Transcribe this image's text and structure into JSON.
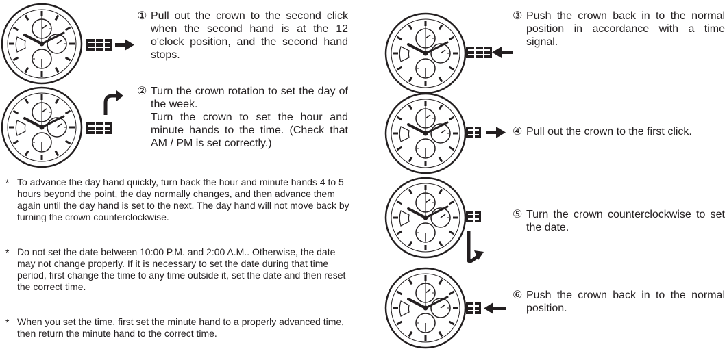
{
  "steps": {
    "s1": {
      "number": "①",
      "text": "Pull out the crown to the second click when the second hand is at the 12 o'clock position, and the second hand stops."
    },
    "s2": {
      "number": "②",
      "line1": "Turn the crown rotation to set the day of the week.",
      "line2": "Turn the crown to set the hour and minute hands to the time.  (Check that AM / PM is set correctly.)"
    },
    "s3": {
      "number": "③",
      "text": "Push the crown back in to the normal position in accordance with a time signal."
    },
    "s4": {
      "number": "④",
      "text": "Pull out the crown to the first click."
    },
    "s5": {
      "number": "⑤",
      "text": "Turn the crown counterclockwise to set the date."
    },
    "s6": {
      "number": "⑥",
      "text": "Push the crown back in to the normal position."
    }
  },
  "notes": [
    {
      "bullet": "*",
      "text": "To advance the day hand quickly, turn back the hour and minute hands 4 to 5 hours beyond the point, the day normally changes, and then advance them again until the day hand is set to the next.  The day hand will not move back by turning the crown counterclockwise."
    },
    {
      "bullet": "*",
      "text": "Do not set the date between 10:00 P.M. and 2:00 A.M.. Otherwise, the date may not change properly.  If it is necessary to set the date during that time period, first change the time to any time outside it, set the date and then reset the correct time."
    },
    {
      "bullet": "*",
      "text": "When you set the time, first set the minute hand to a properly advanced time, then return the minute hand to the correct time."
    }
  ],
  "illustrations": {
    "w1": {
      "crown": "pulled-second-click",
      "arrow": "pull-right"
    },
    "w2": {
      "crown": "pulled-second-click",
      "arrow": "rotate"
    },
    "w3": {
      "crown": "pushed-in",
      "arrow": "push-left"
    },
    "w4": {
      "crown": "pulled-first-click",
      "arrow": "pull-right"
    },
    "w5": {
      "crown": "pulled-first-click",
      "arrow": "rotate-counterclockwise"
    },
    "w6": {
      "crown": "pushed-in",
      "arrow": "push-left"
    }
  }
}
